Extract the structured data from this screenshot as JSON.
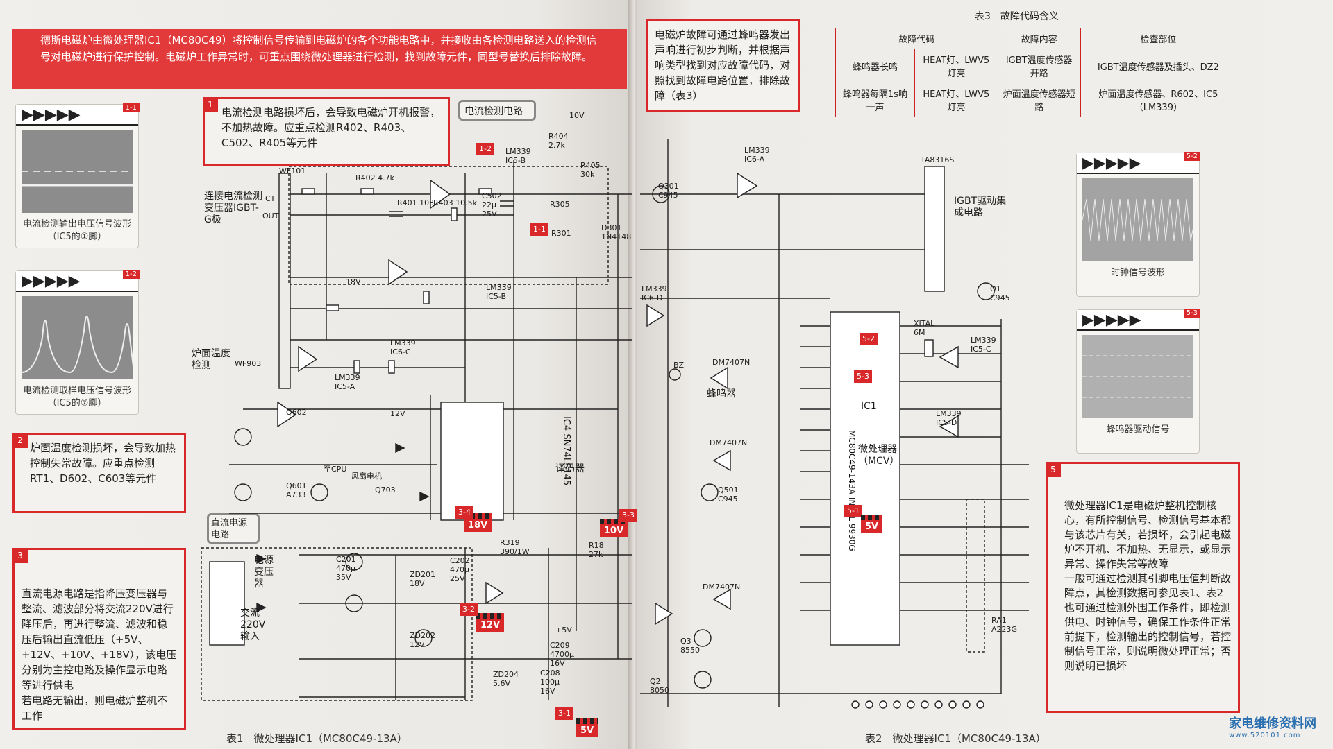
{
  "left_page": {
    "header_text": "德斯电磁炉由微处理器IC1（MC80C49）将控制信号传输到电磁炉的各个功能电路中，并接收由各检测电路送入的检测信号对电磁炉进行保护控制。电磁炉工作异常时，可重点围绕微处理器进行检测，找到故障元件，同型号替换后排除故障。",
    "note1": "电流检测电路损坏后，会导致电磁炉开机报警，不加热故障。应重点检测R402、R403、C502、R405等元件",
    "note2": "炉面温度检测损坏，会导致加热控制失常故障。应重点检测RT1、D602、C603等元件",
    "note3": "直流电源电路是指降压变压器与整流、滤波部分将交流220V进行降压后，再进行整流、滤波和稳压后输出直流低压（+5V、+12V、+10V、+18V），该电压分别为主控电路及操作显示电路等进行供电\n若电路无输出，则电磁炉整机不工作",
    "wave1_caption": "电流检测输出电压信号波形（IC5的①脚）",
    "wave2_caption": "电流检测取样电压信号波形（IC5的⑦脚）",
    "wave_tags": [
      "1-1",
      "1-2"
    ],
    "callout_current": "电流检测电路",
    "callout_dc": "直流电源电路",
    "labels": {
      "transformer": "连接电流检测变压器IGBT-G极",
      "wf101": "WF101",
      "ct": "CT",
      "out": "OUT",
      "temp_detect": "炉面温度检测",
      "wf903": "WF903",
      "lm339_5b": "LM339 IC5-B",
      "lm339_5b2": "LM339 IC5-B",
      "lm339_6c": "LM339 IC6-C",
      "lm339_5a": "LM339 IC5-A",
      "r402": "R402 4.7k",
      "r401": "R401 103",
      "r403": "R403 10.5k",
      "c502": "C502 22μ 25V",
      "r404": "R404 2.7k",
      "r405": "R405 30k",
      "r305": "R305",
      "r301": "R301",
      "d301": "D301 1N4148",
      "decoder": "IC4 SN74LS145",
      "decoder_cn": "译码器",
      "cpu_label": "至CPU",
      "fan": "风扇电机",
      "power_tr": "电源变压器",
      "ac220": "交流220V输入",
      "v10": "10V",
      "v18": "18V",
      "v12": "12V",
      "v5": "+5V",
      "q601": "Q601 A733",
      "q602": "Q602",
      "q703": "Q703",
      "zd201": "ZD201 18V",
      "zd202": "ZD202 12V",
      "zd204": "ZD204 5.6V",
      "c209": "C209 4700μ 16V",
      "c208": "C208 100μ 16V",
      "c201": "C201 470μ 35V",
      "c202": "C202 470μ 25V",
      "r319": "R319 390/1W",
      "r18": "R18 27k"
    },
    "volt_tags": [
      "18V",
      "10V",
      "12V",
      "5V"
    ],
    "volt_tag_ids": [
      "3-4",
      "3-3",
      "3-2",
      "3-1"
    ],
    "footer": "表1　微处理器IC1（MC80C49-13A）"
  },
  "right_page": {
    "note_top": "电磁炉故障可通过蜂鸣器发出声响进行初步判断，并根据声响类型找到对应故障代码，对照找到故障电路位置，排除故障（表3）",
    "table_title": "表3　故障代码含义",
    "table_headers": [
      "故障代码",
      "",
      "故障内容",
      "检查部位"
    ],
    "table_rows": [
      [
        "蜂鸣器长鸣",
        "HEAT灯、LWV5灯亮",
        "IGBT温度传感器开路",
        "IGBT温度传感器及插头、DZ2"
      ],
      [
        "蜂鸣器每隔1s响一声",
        "HEAT灯、LWV5灯亮",
        "炉面温度传感器短路",
        "炉面温度传感器、R602、IC5（LM339）"
      ]
    ],
    "wave3_caption": "时钟信号波形",
    "wave4_caption": "蜂鸣器驱动信号",
    "wave_tags": [
      "5-2",
      "5-3"
    ],
    "note_mcu": "微处理器IC1是电磁炉整机控制核心，有所控制信号、检测信号基本都与该芯片有关，若损坏，会引起电磁炉不开机、不加热、无显示，或显示异常、操作失常等故障\n一般可通过检测其引脚电压值判断故障点，其检测数据可参见表1、表2\n也可通过检测外围工作条件，即检测供电、时钟信号，确保工作条件正常前提下，检测输出的控制信号，若控制信号正常，则说明微处理正常；否则说明已损坏",
    "mcu_chip": "MC80C49-143A INTEL 9930G",
    "mcu_label": "IC1",
    "mcu_cn": "微处理器（MCV）",
    "igbt_driver": "IGBT驱动集成电路",
    "ta8316": "TA8316S",
    "buzzer": "蜂鸣器",
    "bz": "BZ",
    "xtal": "XITAL 6M",
    "ra1": "RA1 A223G",
    "dm7407": "DM7407N",
    "lm339_6a": "LM339 IC6-A",
    "lm339_6d": "LM339 IC6-D",
    "lm339_5c": "LM339 IC5-C",
    "lm339_5d": "LM339 IC5-D",
    "q501": "Q501 C945",
    "q301": "Q301 C945",
    "q1": "Q1 C945",
    "q3": "Q3 8550",
    "q2": "Q2 8050",
    "mcu_tags": [
      "5-1",
      "5-2",
      "5-3"
    ],
    "mcu_volt": "5V",
    "footer": "表2　微处理器IC1（MC80C49-13A）"
  },
  "watermark": {
    "title": "家电维修资料网",
    "url": "www.520101.com"
  },
  "colors": {
    "accent_red": "#d8282a",
    "paper": "#eceae6"
  }
}
